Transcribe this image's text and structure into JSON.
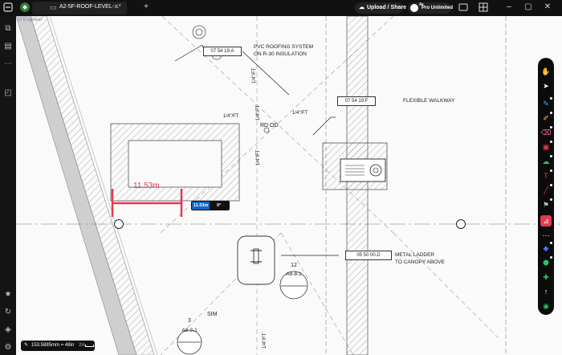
{
  "app": {
    "tab_title": "A2-5F-ROOF-LEVEL-...*",
    "upload_share_label": "Upload / Share",
    "plan_label": "Pro Unlimited",
    "plan_badge": "4x",
    "notif_count": "2"
  },
  "drawing": {
    "corner_label": "of Engineer",
    "callouts": [
      {
        "code": "07 54 19.A",
        "text_lines": [
          "PVC ROOFING SYSTEM",
          "ON R-30 INSULATION"
        ]
      },
      {
        "code": "07 54 19.F",
        "text_lines": [
          "FLEXIBLE WALKWAY"
        ]
      },
      {
        "code": "05 50 00.D",
        "text_lines": [
          "METAL LADDER",
          "TO CANOPY ABOVE"
        ]
      }
    ],
    "slopes": [
      "1/4\"/FT",
      "1/4\"/FT",
      "1/4\"/FT",
      "1/4\"/FT",
      "1/4\"/FT",
      "1/4\"/FT"
    ],
    "rd_od": "RD OD",
    "detail_tags": [
      {
        "number": "12",
        "ref": "A8-8-1"
      },
      {
        "number": "3",
        "ref": "A8-2-1"
      }
    ],
    "sim": "SIM",
    "measurement": {
      "value": "11.53m",
      "readout": "11.53m",
      "angle": "0°"
    },
    "scale": {
      "text": "153.5885mm = 48in",
      "unit": "2in"
    }
  },
  "toolbar": {
    "tools": [
      "hand-icon",
      "cursor-icon",
      "pen-icon",
      "highlighter-icon",
      "eraser-icon",
      "area-icon",
      "cloud-icon",
      "text-icon",
      "line-icon",
      "count-icon",
      "ruler-icon",
      "more-icon",
      "stamp-icon",
      "shape-icon",
      "compass-icon",
      "arrow-icon",
      "location-icon"
    ]
  },
  "colors": {
    "accent": "#1565c0",
    "measure": "#e53950",
    "drawing": "#333333"
  }
}
